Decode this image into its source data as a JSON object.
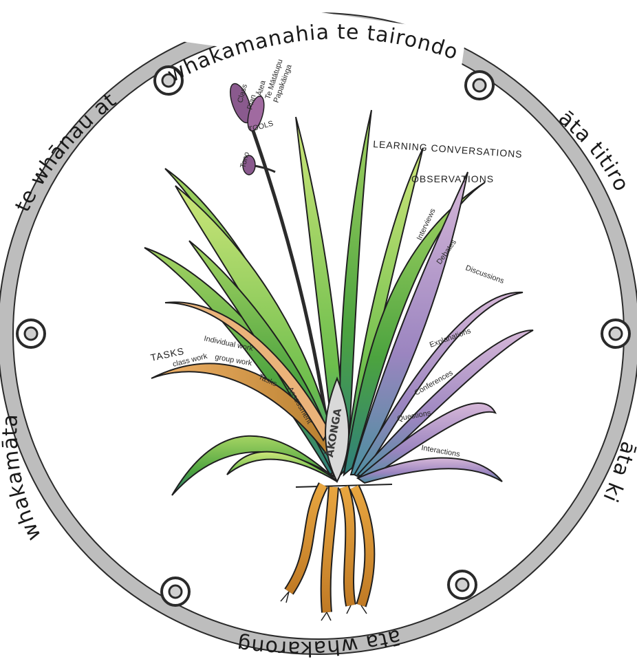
{
  "ring_labels": {
    "top": "whakamanahia te tairondo wairua",
    "upper_left": "te whānau atu",
    "upper_right": "āta titiro",
    "lower_left": "whakamātaukia",
    "lower_right": "āta ki",
    "bottom": "āta whakarongo"
  },
  "centre": {
    "label": "ĀKONGA"
  },
  "branches": {
    "learning_conversations": "LEARNING CONVERSATIONS",
    "observations": "OBSERVATIONS",
    "observation_items": [
      "Interviews",
      "Debates",
      "Discussions",
      "Explanations",
      "Conferences",
      "Questions",
      "Interactions"
    ],
    "tasks": "TASKS",
    "task_items": [
      "Individual work",
      "class work",
      "group work",
      "Tasks",
      "Assessment"
    ],
    "tools": "TOOLS",
    "tool_items": [
      "Class",
      "Plan",
      "Ātea",
      "Te Mātātupu",
      "Papakāinga",
      "Tono"
    ]
  },
  "colors": {
    "frame": "#bdbdbd",
    "leaf_green": "#6fb84a",
    "leaf_light": "#b8dc6a",
    "leaf_teal": "#2f8c8c",
    "leaf_purple": "#a98bc4",
    "leaf_orange": "#e0a15a",
    "root_orange": "#d88a2c",
    "flower": "#8a5a8e"
  }
}
